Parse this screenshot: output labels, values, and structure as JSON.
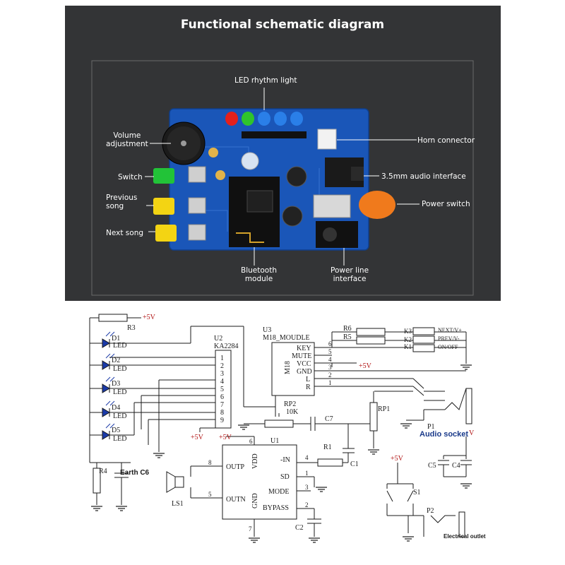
{
  "photo": {
    "title": "Functional schematic diagram",
    "callouts": {
      "led_rhythm_light": "LED rhythm light",
      "volume_adjustment": "Volume\nadjustment",
      "switch": "Switch",
      "previous_song": "Previous\nsong",
      "next_song": "Next song",
      "horn_connector": "Horn connector",
      "audio_interface": "3.5mm audio interface",
      "power_switch": "Power switch",
      "bluetooth_module": "Bluetooth\nmodule",
      "power_line_interface": "Power line\ninterface"
    },
    "colors": {
      "panel": "#333436",
      "pcb": "#1a56b8",
      "green_button": "#22c338",
      "yellow_button": "#f3d413",
      "power_switch": "#f07a1c"
    }
  },
  "schematic": {
    "power": "+5V",
    "r3": "R3",
    "leds": [
      {
        "ref": "D1",
        "type": "LED"
      },
      {
        "ref": "D2",
        "type": "LED"
      },
      {
        "ref": "D3",
        "type": "LED"
      },
      {
        "ref": "D4",
        "type": "LED"
      },
      {
        "ref": "D5",
        "type": "LED"
      }
    ],
    "u2": {
      "ref": "U2",
      "part": "KA2284",
      "pins": [
        "1",
        "2",
        "3",
        "4",
        "5",
        "6",
        "7",
        "8",
        "9"
      ]
    },
    "u3": {
      "ref": "U3",
      "part": "M18_MOUDLE",
      "body": "M18",
      "pins": [
        {
          "name": "KEY",
          "num": "6"
        },
        {
          "name": "MUTE",
          "num": "5"
        },
        {
          "name": "VCC",
          "num": "4"
        },
        {
          "name": "GND",
          "num": "3"
        },
        {
          "name": "L",
          "num": "2"
        },
        {
          "name": "R",
          "num": "1"
        }
      ]
    },
    "r6": "R6",
    "r5": "R5",
    "keys": [
      {
        "ref": "K3",
        "label": "NEXT/V+"
      },
      {
        "ref": "K2",
        "label": "PREV/V-"
      },
      {
        "ref": "K1",
        "label": "ON/OFF"
      }
    ],
    "rp2": {
      "ref": "RP2",
      "value": "10K"
    },
    "c7": "C7",
    "rp1": "RP1",
    "p1": "P1",
    "audio_socket": "Audio socket",
    "v_mark": "V",
    "c5": "C5",
    "c4": "C4",
    "u1": {
      "ref": "U1",
      "pin_vdd": "VDD",
      "pin_gnd": "GND",
      "outp": "OUTP",
      "outn": "OUTN",
      "in": "-IN",
      "sd": "SD",
      "mode": "MODE",
      "bypass": "BYPASS",
      "nums": {
        "vdd": "6",
        "outp": "8",
        "outn": "5",
        "in": "4",
        "sd": "1",
        "mode": "3",
        "bypass": "2",
        "gnd": "7"
      }
    },
    "r1": "R1",
    "c1": "C1",
    "c2": "C2",
    "r4": "R4",
    "earth_c6": "Earth C6",
    "ls1": "LS1",
    "s1": "S1",
    "p2": "P2",
    "electrical_outlet": "Electrical outlet"
  }
}
